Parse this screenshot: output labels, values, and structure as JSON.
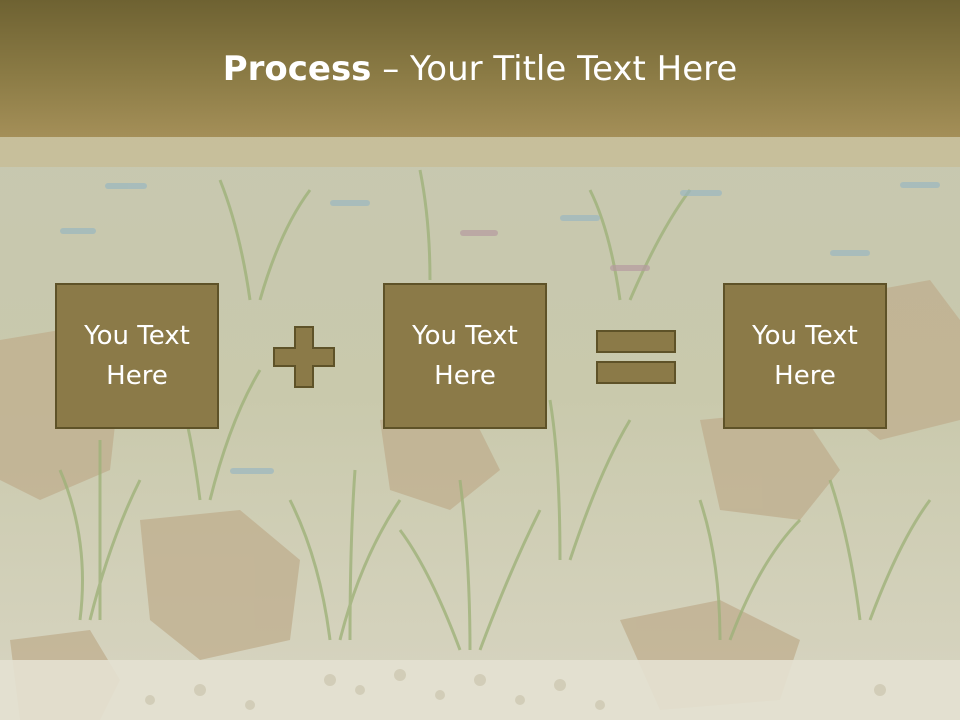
{
  "slide": {
    "title_bold": "Process",
    "title_rest": " – Your Title Text Here",
    "boxes": [
      {
        "label": "You Text Here"
      },
      {
        "label": "You Text Here"
      },
      {
        "label": "You Text Here"
      }
    ],
    "operators": [
      "plus-icon",
      "equals-icon"
    ],
    "colors": {
      "header": "#8b7b45",
      "box_fill": "#8b7a48",
      "box_border": "#5e5228",
      "text": "#ffffff",
      "background": "#cfd0b8"
    }
  }
}
